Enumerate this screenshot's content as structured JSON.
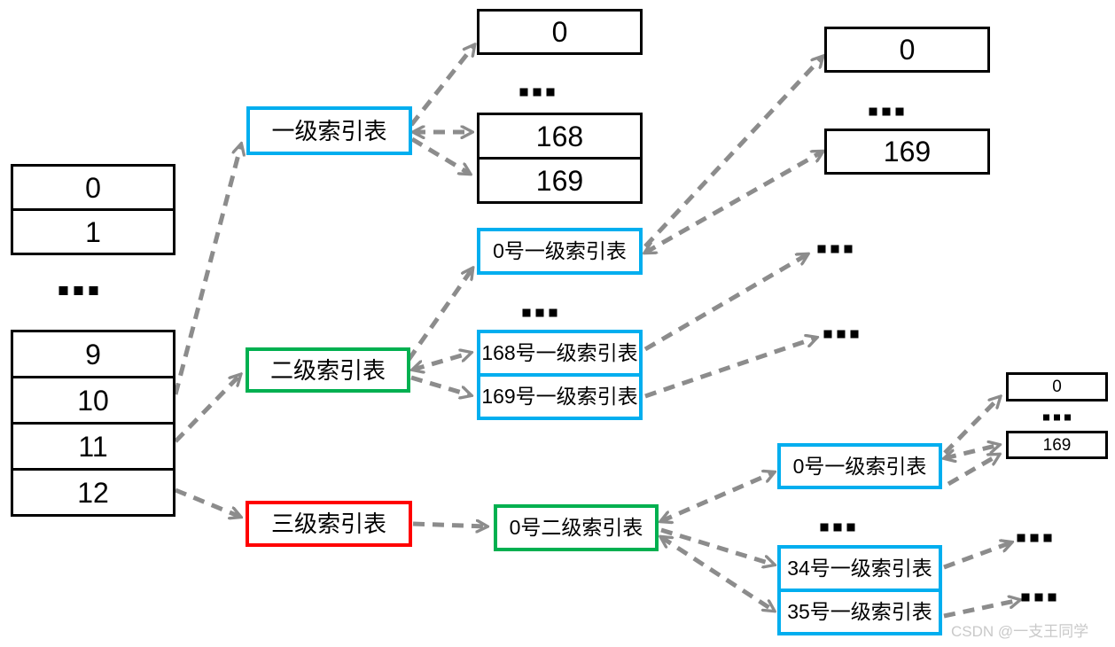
{
  "colors": {
    "level1_border": "#00aeef",
    "level2_border": "#00b050",
    "level3_border": "#ff0000",
    "block_border": "#000000",
    "arrow": "#8c8c8c",
    "watermark": "#c9c9c9"
  },
  "ellipsis": "...",
  "left_table": {
    "top_rows": [
      "0",
      "1"
    ],
    "bottom_rows": [
      "9",
      "10",
      "11",
      "12"
    ]
  },
  "index_tables": {
    "level1": "一级索引表",
    "level2": "二级索引表",
    "level3": "三级索引表"
  },
  "level1_data_blocks": {
    "first": "0",
    "others": [
      "168",
      "169"
    ]
  },
  "level1_child_blocks": {
    "first": "0",
    "last": "169"
  },
  "secondary_children": {
    "first": "0号一级索引表",
    "others": [
      "168号一级索引表",
      "169号一级索引表"
    ]
  },
  "tertiary_child": "0号二级索引表",
  "tertiary_grandchildren": {
    "first": "0号一级索引表",
    "others": [
      "34号一级索引表",
      "35号一级索引表"
    ]
  },
  "small_blocks": {
    "first": "0",
    "last": "169"
  },
  "watermark": "CSDN @一支王同学"
}
